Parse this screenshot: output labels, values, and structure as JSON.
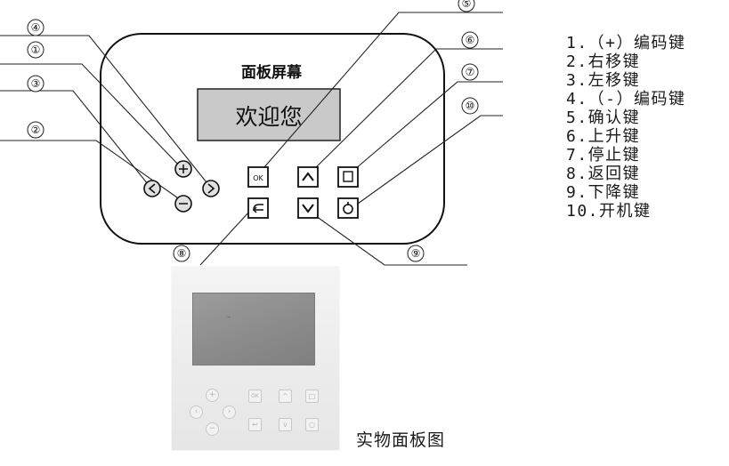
{
  "panel": {
    "title": "面板屏幕",
    "screen_text": "欢迎您",
    "ok_label": "OK"
  },
  "callouts": [
    "①",
    "②",
    "③",
    "④",
    "⑤",
    "⑥",
    "⑦",
    "⑧",
    "⑨",
    "⑩"
  ],
  "legend": [
    "1.（+）编码键",
    "2.右移键",
    "3.左移键",
    "4.（-）编码键",
    "5.确认键",
    "6.上升键",
    "7.停止键",
    "8.返回键",
    "9.下降键",
    "10.开机键"
  ],
  "photo": {
    "caption": "实物面板图",
    "ok_label": "OK"
  }
}
